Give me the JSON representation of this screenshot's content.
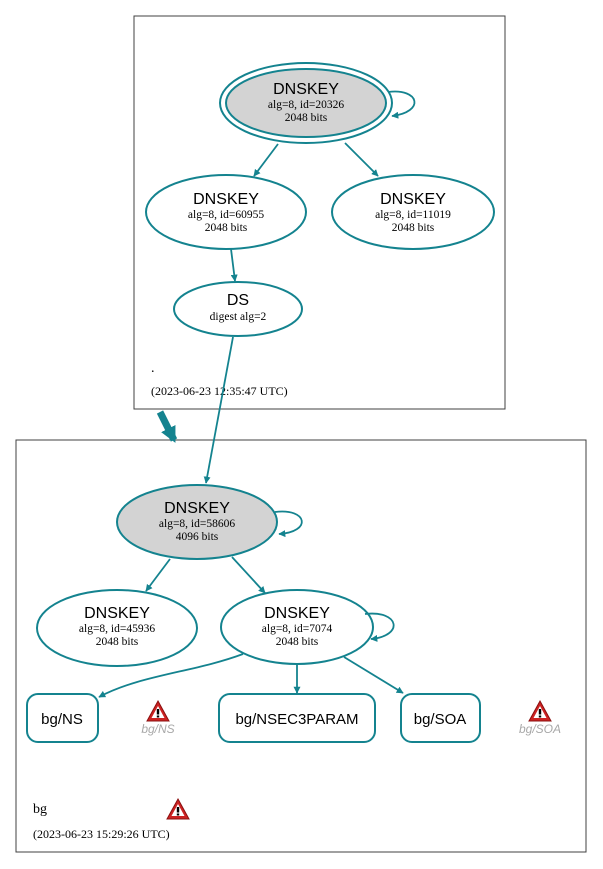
{
  "colors": {
    "edge": "#14838f",
    "sep_fill": "#d3d3d3",
    "warning": "#cc2222"
  },
  "zones": {
    "root": {
      "name": ".",
      "timestamp": "(2023-06-23 12:35:47 UTC)",
      "ksk": {
        "title": "DNSKEY",
        "info": "alg=8, id=20326",
        "size": "2048 bits"
      },
      "zsk1": {
        "title": "DNSKEY",
        "info": "alg=8, id=60955",
        "size": "2048 bits"
      },
      "zsk2": {
        "title": "DNSKEY",
        "info": "alg=8, id=11019",
        "size": "2048 bits"
      },
      "ds": {
        "title": "DS",
        "info": "digest alg=2"
      }
    },
    "bg": {
      "name": "bg",
      "timestamp": "(2023-06-23 15:29:26 UTC)",
      "ksk": {
        "title": "DNSKEY",
        "info": "alg=8, id=58606",
        "size": "4096 bits"
      },
      "zsk1": {
        "title": "DNSKEY",
        "info": "alg=8, id=45936",
        "size": "2048 bits"
      },
      "zsk2": {
        "title": "DNSKEY",
        "info": "alg=8, id=7074",
        "size": "2048 bits"
      },
      "rrsets": {
        "ns": "bg/NS",
        "nsec3param": "bg/NSEC3PARAM",
        "soa": "bg/SOA"
      },
      "warnings": {
        "ns": "bg/NS",
        "soa": "bg/SOA"
      }
    }
  },
  "icons": {
    "warning": "warning-triangle-icon"
  }
}
